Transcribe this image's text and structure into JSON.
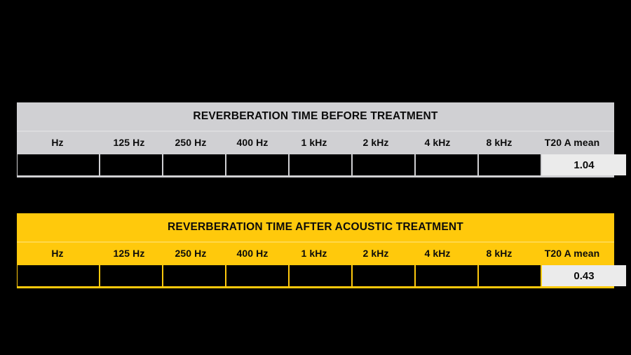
{
  "background_color": "#000000",
  "colors": {
    "gray_band": "#d0d0d3",
    "yellow_band": "#ffc90c",
    "cell_empty": "#000000",
    "mean_cell": "#ebebeb",
    "text": "#0b0b0b"
  },
  "tables": [
    {
      "id": "before",
      "title": "REVERBERATION TIME BEFORE TREATMENT",
      "accent": "#d0d0d3",
      "columns": [
        "Hz",
        "125 Hz",
        "250 Hz",
        "400 Hz",
        "1 kHz",
        "2 kHz",
        "4 kHz",
        "8 kHz",
        "T20 A mean"
      ],
      "values": [
        "",
        "",
        "",
        "",
        "",
        "",
        "",
        "",
        "1.04"
      ],
      "mean_value": "1.04"
    },
    {
      "id": "after",
      "title": "REVERBERATION TIME AFTER ACOUSTIC TREATMENT",
      "accent": "#ffc90c",
      "columns": [
        "Hz",
        "125 Hz",
        "250 Hz",
        "400 Hz",
        "1 kHz",
        "2 kHz",
        "4 kHz",
        "8 kHz",
        "T20 A mean"
      ],
      "values": [
        "",
        "",
        "",
        "",
        "",
        "",
        "",
        "",
        "0.43"
      ],
      "mean_value": "0.43"
    }
  ],
  "chart_data": {
    "type": "table",
    "title": "Reverberation time before and after acoustic treatment",
    "categories": [
      "Hz",
      "125 Hz",
      "250 Hz",
      "400 Hz",
      "1 kHz",
      "2 kHz",
      "4 kHz",
      "8 kHz",
      "T20 A mean"
    ],
    "series": [
      {
        "name": "REVERBERATION TIME BEFORE TREATMENT",
        "values": [
          "",
          "",
          "",
          "",
          "",
          "",
          "",
          "",
          "1.04"
        ]
      },
      {
        "name": "REVERBERATION TIME AFTER ACOUSTIC TREATMENT",
        "values": [
          "",
          "",
          "",
          "",
          "",
          "",
          "",
          "",
          "0.43"
        ]
      }
    ],
    "xlabel": "",
    "ylabel": "",
    "grid": false,
    "legend": "none"
  }
}
